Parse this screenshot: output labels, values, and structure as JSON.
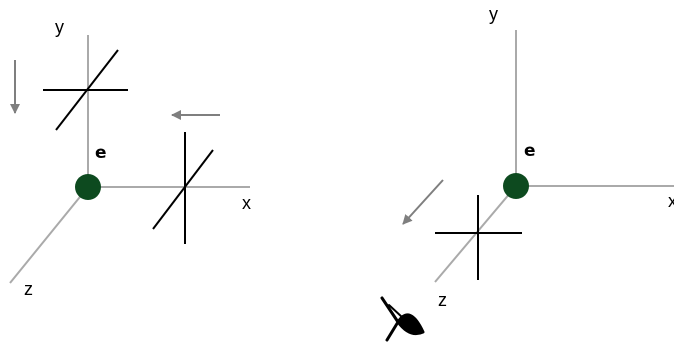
{
  "colors": {
    "axis": "#aaaaaa",
    "arrow": "#7f7f7f",
    "plane_line": "#000000",
    "electron": "#0d4a1f",
    "label": "#000000"
  },
  "icons": {
    "observer": "eye-icon"
  },
  "left_panel": {
    "axis_labels": {
      "x": "x",
      "y": "y",
      "z": "z"
    },
    "electron_label": "e"
  },
  "right_panel": {
    "axis_labels": {
      "x": "x",
      "y": "y",
      "z": "z"
    },
    "electron_label": "e"
  }
}
